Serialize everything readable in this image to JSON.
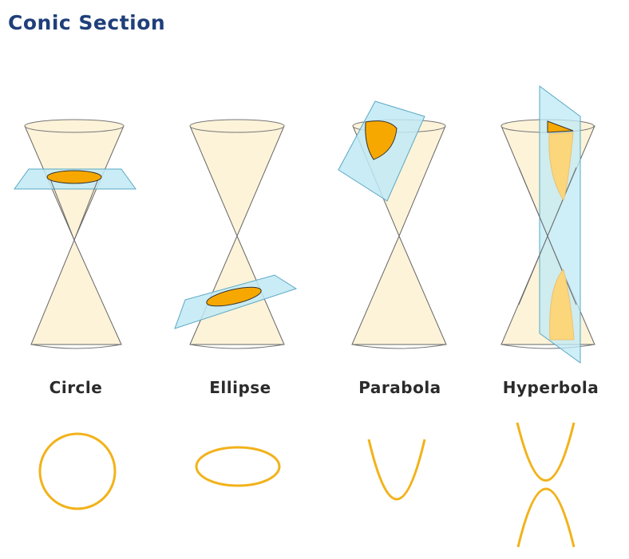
{
  "title": "Conic Section",
  "colors": {
    "title": "#1f3f7a",
    "cone_fill": "#fdf3d9",
    "cone_stroke": "#555555",
    "plane_fill": "#bfe9f5",
    "plane_stroke": "#5aa8c4",
    "section_fill": "#f7a800",
    "curve": "#f2b21a"
  },
  "sections": [
    {
      "name": "circle",
      "label": "Circle"
    },
    {
      "name": "ellipse",
      "label": "Ellipse"
    },
    {
      "name": "parabola",
      "label": "Parabola"
    },
    {
      "name": "hyperbola",
      "label": "Hyperbola"
    }
  ]
}
